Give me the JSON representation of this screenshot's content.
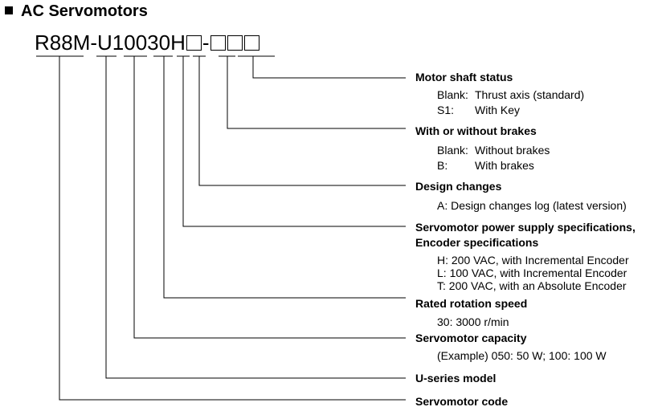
{
  "title": "AC Servomotors",
  "model": {
    "prefix": "R88M-U10030H",
    "dash": "-"
  },
  "fields": [
    {
      "heading": "Motor shaft status",
      "options": [
        {
          "key": "Blank:",
          "value": "Thrust axis (standard)"
        },
        {
          "key": "S1:",
          "value": "With Key"
        }
      ]
    },
    {
      "heading": "With or without brakes",
      "options": [
        {
          "key": "Blank:",
          "value": "Without brakes"
        },
        {
          "key": "B:",
          "value": "With brakes"
        }
      ]
    },
    {
      "heading": "Design changes",
      "lines": [
        "A: Design changes log (latest version)"
      ]
    },
    {
      "heading": "Servomotor power supply specifications,",
      "heading2": "Encoder specifications",
      "lines": [
        "H:  200 VAC, with Incremental Encoder",
        "L:  100 VAC, with Incremental Encoder",
        "T:  200 VAC, with an Absolute Encoder"
      ]
    },
    {
      "heading": "Rated rotation speed",
      "lines": [
        "30: 3000 r/min"
      ]
    },
    {
      "heading": "Servomotor capacity",
      "lines": [
        "(Example) 050: 50 W; 100: 100 W"
      ]
    },
    {
      "heading": "U-series model"
    },
    {
      "heading": "Servomotor code"
    }
  ]
}
